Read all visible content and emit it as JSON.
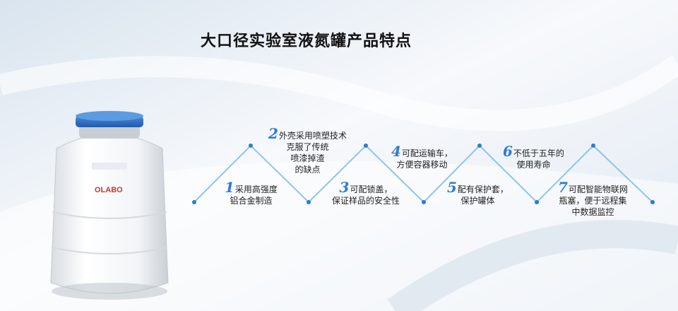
{
  "title": "大口径实验室液氮罐产品特点",
  "brand": "OLABO",
  "features": [
    {
      "num": "1",
      "lines": [
        "采用高强度",
        "铝合金制造"
      ]
    },
    {
      "num": "2",
      "lines": [
        "外壳采用喷塑技术",
        "克服了传统",
        "喷漆掉渣",
        "的缺点"
      ]
    },
    {
      "num": "3",
      "lines": [
        "可配锁盖，",
        "保证样品的安全性"
      ]
    },
    {
      "num": "4",
      "lines": [
        "可配运输车，",
        "方便容器移动"
      ]
    },
    {
      "num": "5",
      "lines": [
        "配有保护套，",
        "保护罐体"
      ]
    },
    {
      "num": "6",
      "lines": [
        "不低于五年的",
        "使用寿命"
      ]
    },
    {
      "num": "7",
      "lines": [
        "可配智能物联网",
        "瓶塞，便于远程集",
        "中数据监控"
      ]
    }
  ],
  "colors": {
    "accent": "#2b7bd6",
    "lid": "#2f6fc4",
    "line": "#8fc3ee"
  }
}
